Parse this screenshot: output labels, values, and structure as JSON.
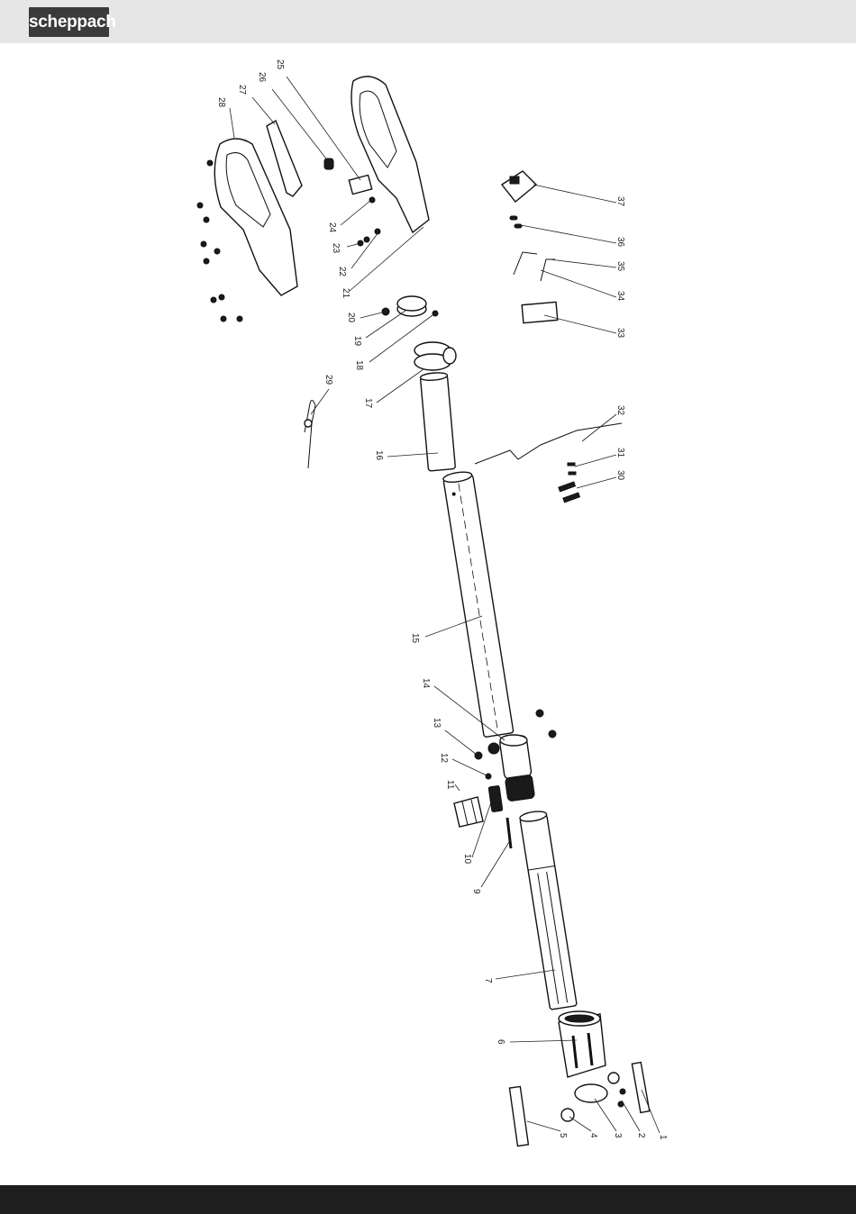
{
  "brand": {
    "name": "scheppach"
  },
  "diagram": {
    "labels": [
      "1",
      "2",
      "3",
      "4",
      "5",
      "6",
      "7",
      "9",
      "10",
      "11",
      "12",
      "13",
      "14",
      "15",
      "16",
      "17",
      "18",
      "19",
      "20",
      "21",
      "22",
      "23",
      "24",
      "25",
      "26",
      "27",
      "28",
      "29",
      "30",
      "31",
      "32",
      "33",
      "34",
      "35",
      "36",
      "37"
    ]
  }
}
